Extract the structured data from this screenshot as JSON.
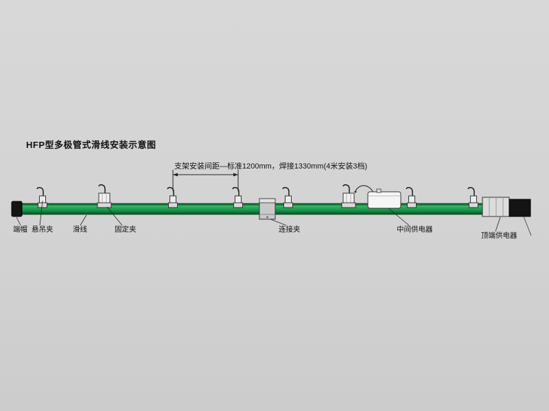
{
  "title": "HFP型多极管式滑线安装示意图",
  "annotation": {
    "spacing_note": "支架安装间距—标准1200mm，焊接1330mm(4米安装3档)"
  },
  "labels": {
    "end_cap": "端帽",
    "suspension_clamp": "悬吊夹",
    "slide_wire": "滑线",
    "fixed_clamp": "固定夹",
    "connection_clamp": "连接夹",
    "middle_feeder": "中间供电器",
    "end_feeder": "顶端供电器"
  },
  "colors": {
    "background": "#d3d3d3",
    "rail_green": "#1d9a4e",
    "rail_green_dark": "#07501f",
    "component_black": "#141414",
    "line_color": "#222222"
  }
}
